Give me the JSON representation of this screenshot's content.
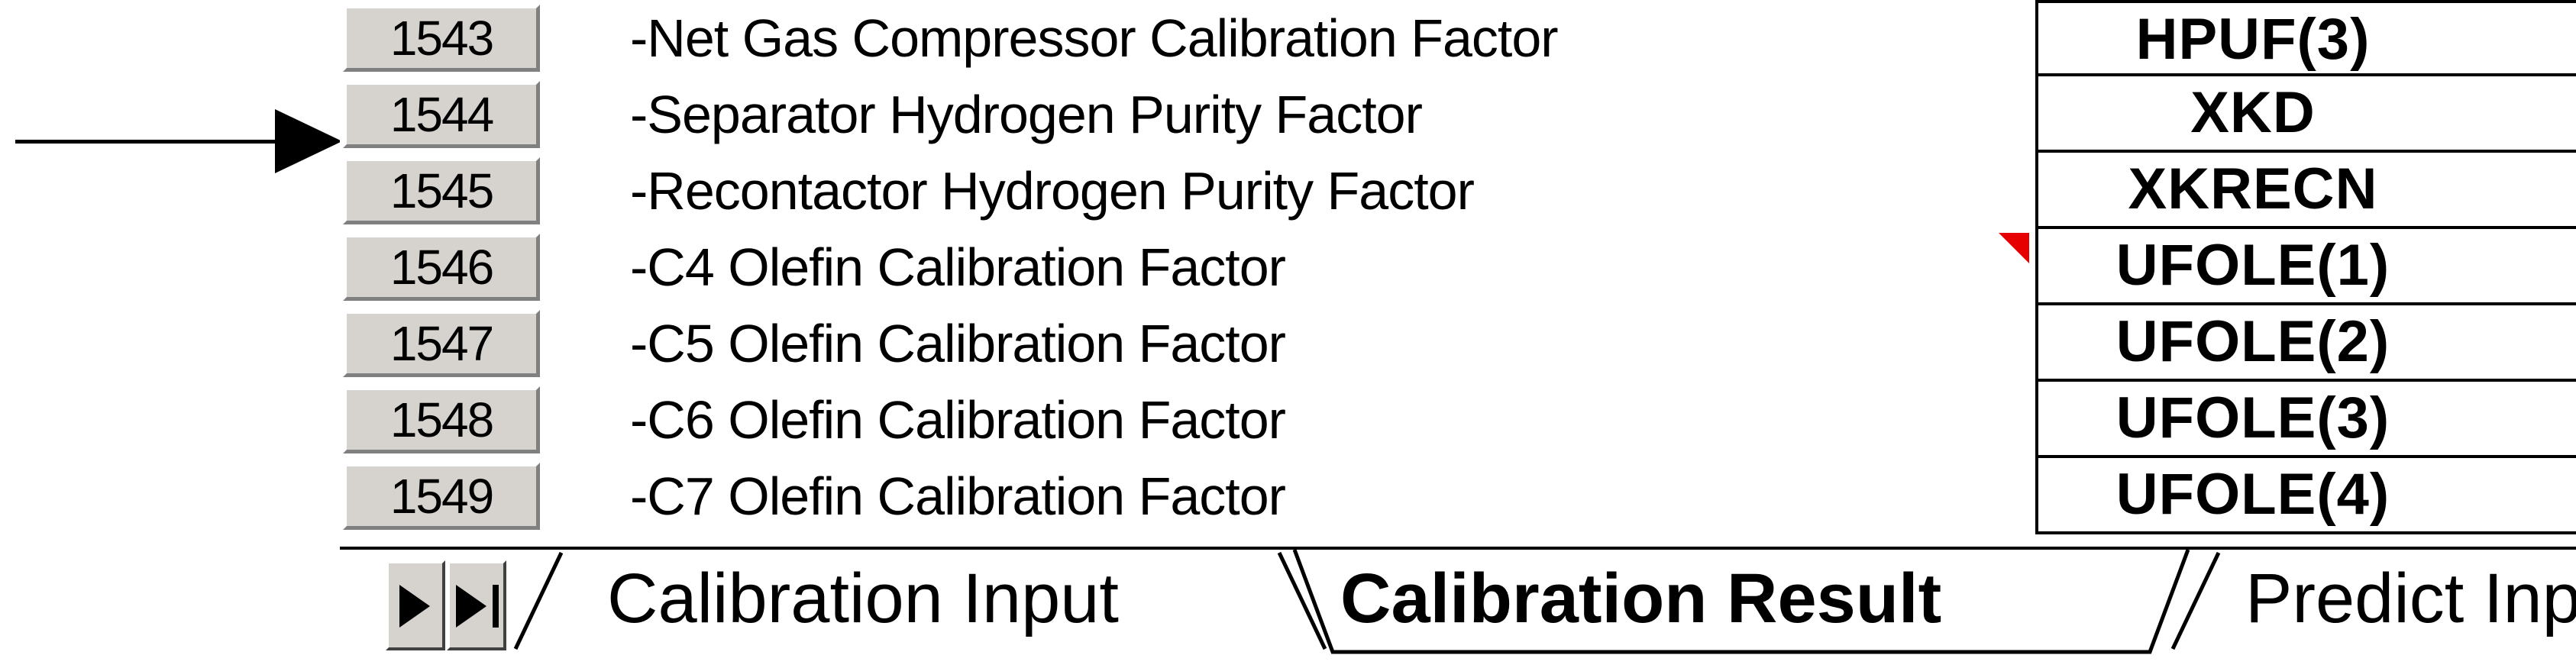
{
  "rows": [
    {
      "id": "1543",
      "label": "-Net Gas Compressor Calibration Factor",
      "variable": "HPUF(3)"
    },
    {
      "id": "1544",
      "label": "-Separator Hydrogen Purity Factor",
      "variable": "XKD"
    },
    {
      "id": "1545",
      "label": "-Recontactor Hydrogen Purity Factor",
      "variable": "XKRECN"
    },
    {
      "id": "1546",
      "label": "-C4 Olefin Calibration Factor",
      "variable": "UFOLE(1)"
    },
    {
      "id": "1547",
      "label": "-C5 Olefin Calibration Factor",
      "variable": "UFOLE(2)"
    },
    {
      "id": "1548",
      "label": "-C6 Olefin Calibration Factor",
      "variable": "UFOLE(3)"
    },
    {
      "id": "1549",
      "label": "-C7 Olefin Calibration Factor",
      "variable": "UFOLE(4)"
    }
  ],
  "tabs": [
    {
      "label": "Calibration Input",
      "active": false
    },
    {
      "label": "Calibration Result",
      "active": true
    },
    {
      "label": "Predict Input",
      "active": false
    }
  ],
  "nav": {
    "next_icon": "next-sheet-icon",
    "last_icon": "last-sheet-icon"
  },
  "colors": {
    "row_header_bg": "#d6d3ce",
    "comment_marker": "#e60000"
  }
}
